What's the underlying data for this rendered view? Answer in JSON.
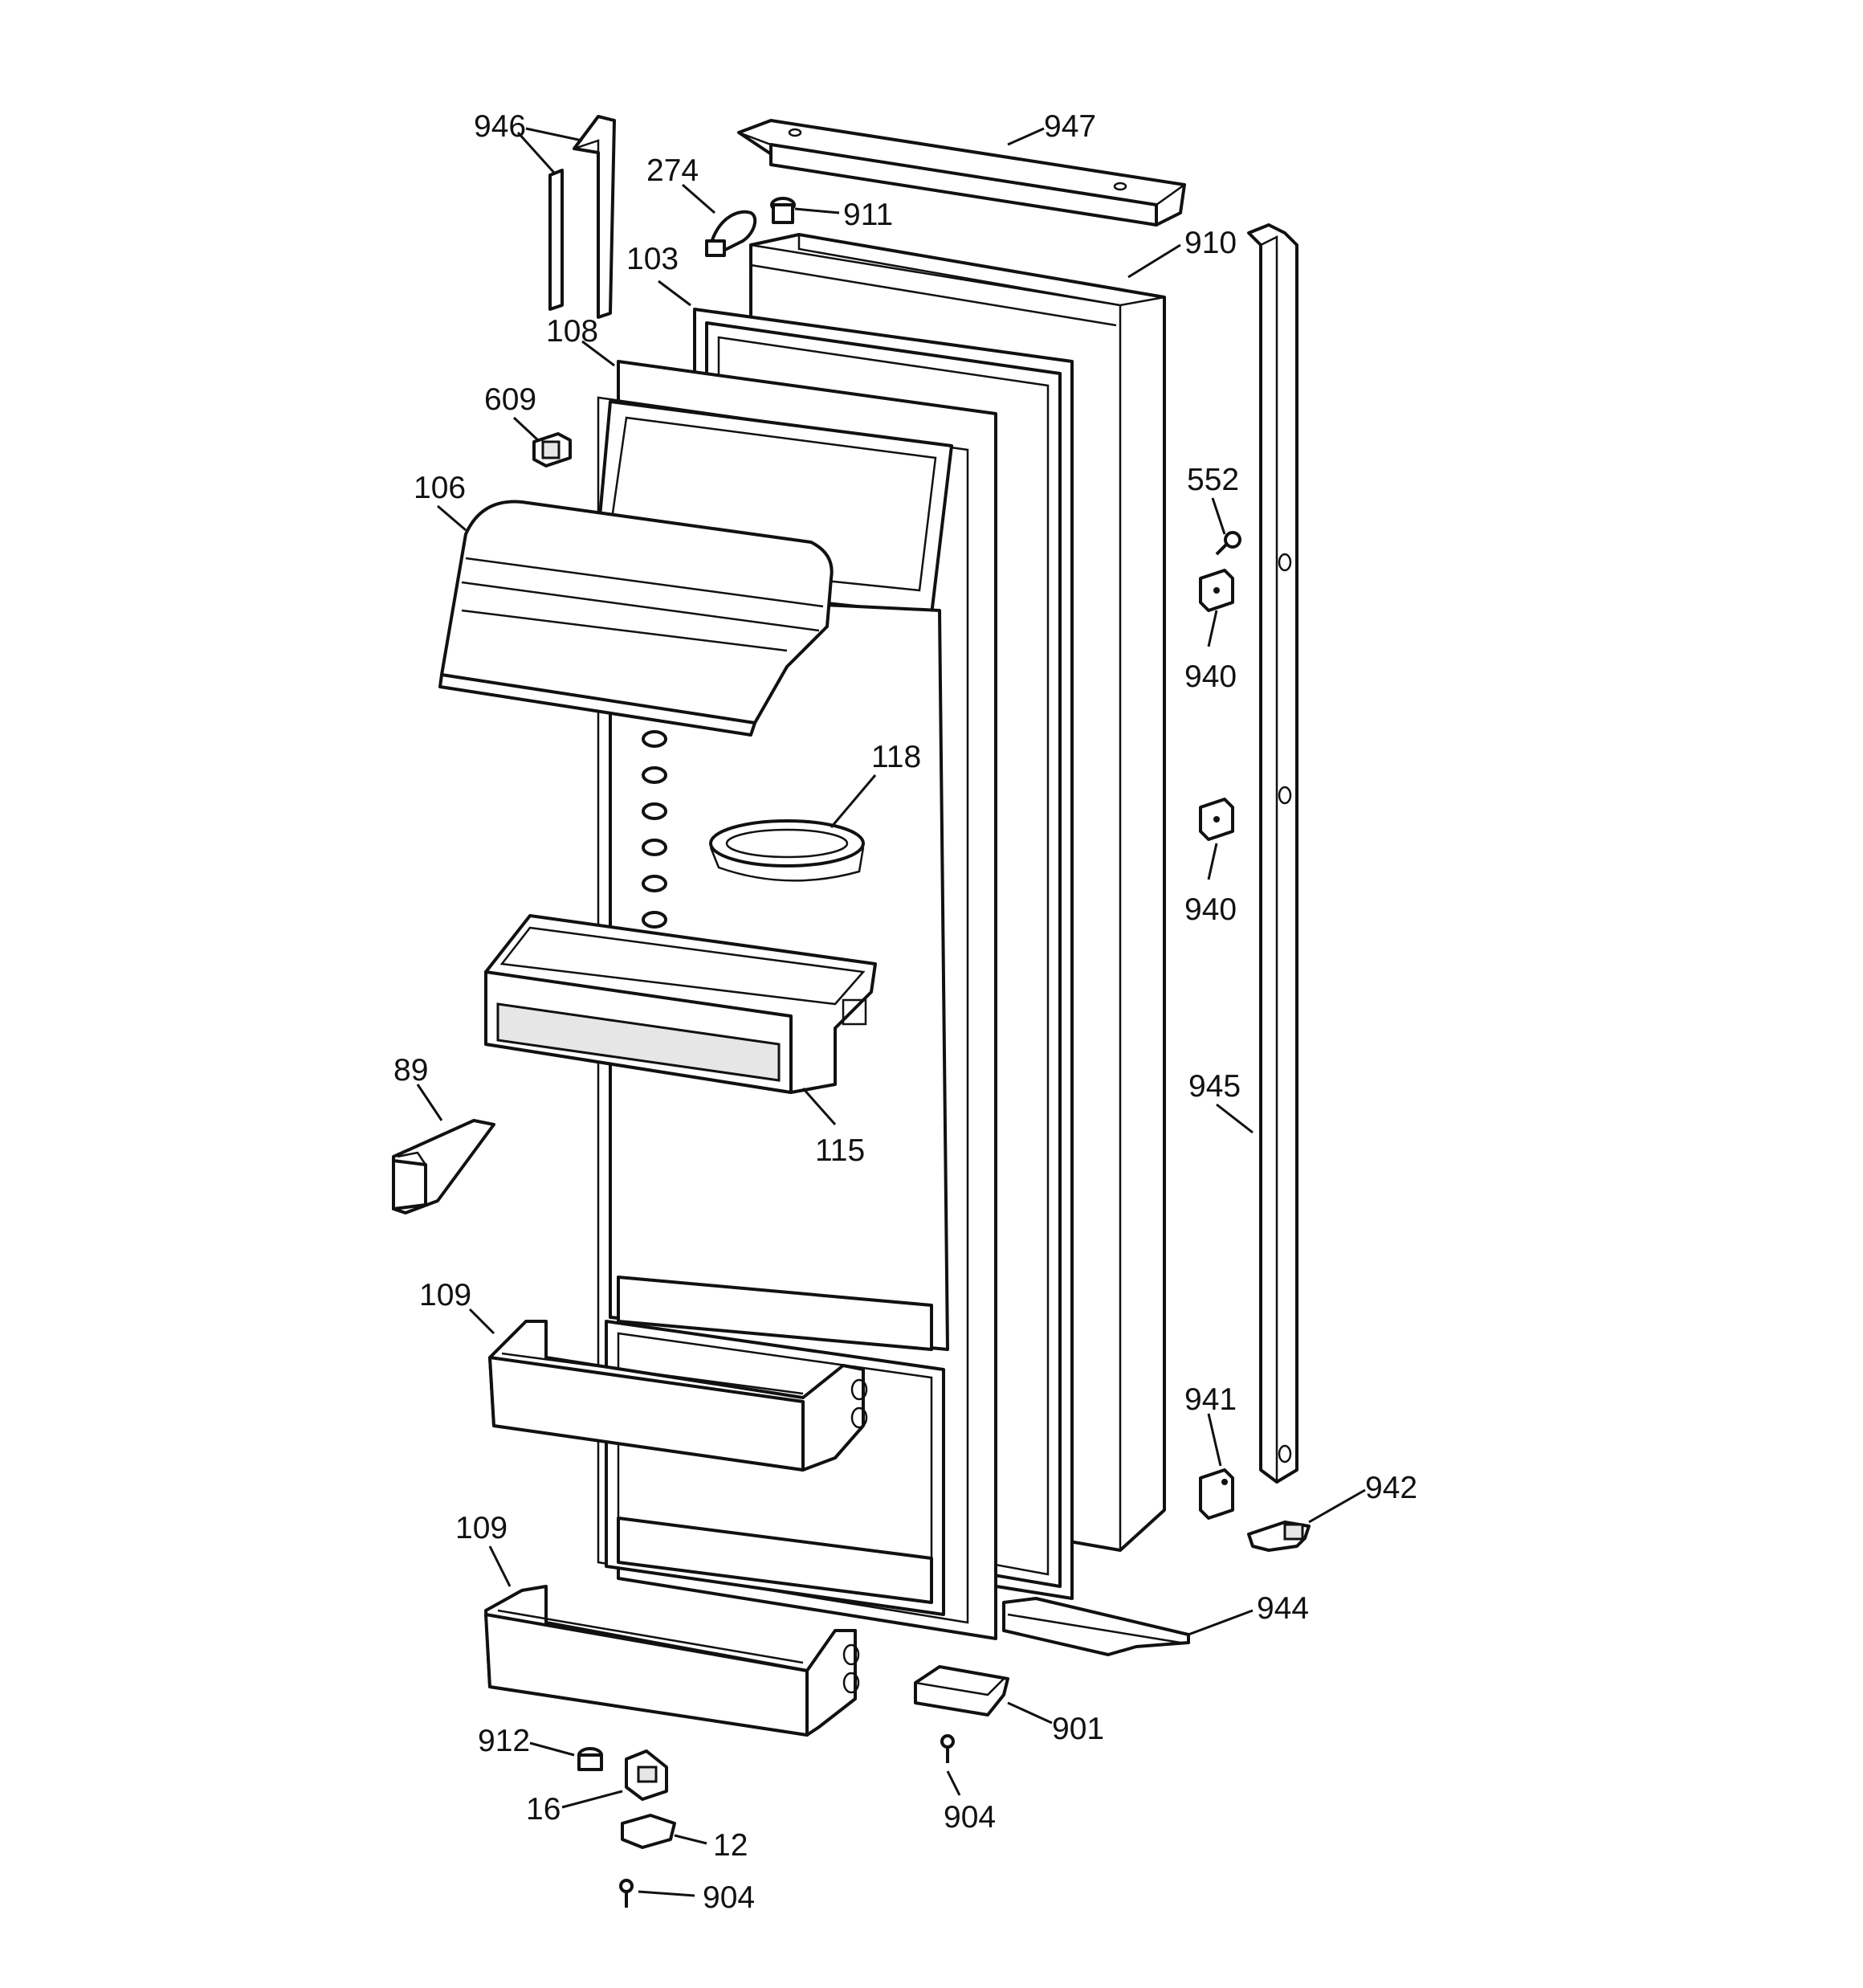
{
  "diagram": {
    "part_labels": [
      {
        "id": "946",
        "text": "946"
      },
      {
        "id": "947",
        "text": "947"
      },
      {
        "id": "274",
        "text": "274"
      },
      {
        "id": "911",
        "text": "911"
      },
      {
        "id": "910",
        "text": "910"
      },
      {
        "id": "103",
        "text": "103"
      },
      {
        "id": "108",
        "text": "108"
      },
      {
        "id": "609",
        "text": "609"
      },
      {
        "id": "106",
        "text": "106"
      },
      {
        "id": "552",
        "text": "552"
      },
      {
        "id": "940a",
        "text": "940"
      },
      {
        "id": "118",
        "text": "118"
      },
      {
        "id": "940b",
        "text": "940"
      },
      {
        "id": "945",
        "text": "945"
      },
      {
        "id": "89",
        "text": "89"
      },
      {
        "id": "115",
        "text": "115"
      },
      {
        "id": "109a",
        "text": "109"
      },
      {
        "id": "941",
        "text": "941"
      },
      {
        "id": "942",
        "text": "942"
      },
      {
        "id": "109b",
        "text": "109"
      },
      {
        "id": "944",
        "text": "944"
      },
      {
        "id": "901",
        "text": "901"
      },
      {
        "id": "912",
        "text": "912"
      },
      {
        "id": "16",
        "text": "16"
      },
      {
        "id": "12",
        "text": "12"
      },
      {
        "id": "904a",
        "text": "904"
      },
      {
        "id": "904b",
        "text": "904"
      }
    ]
  }
}
